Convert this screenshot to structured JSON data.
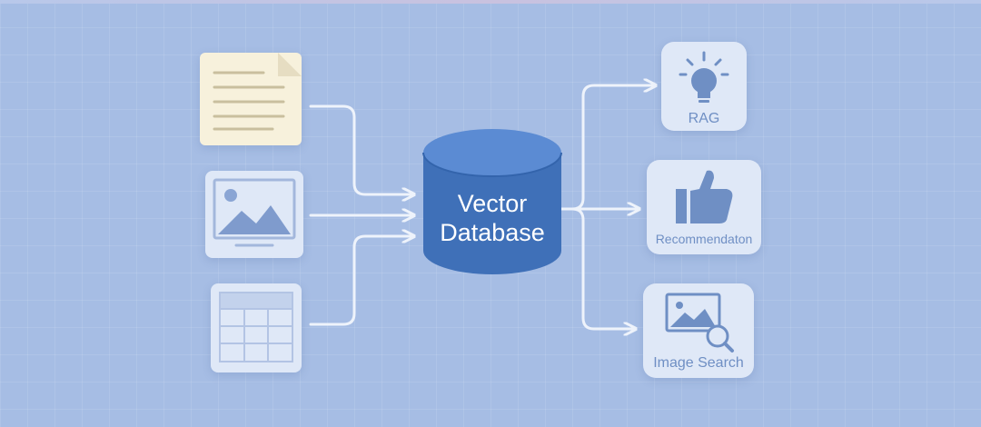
{
  "center": {
    "line1": "Vector",
    "line2": "Database",
    "icon": "database-cylinder-icon"
  },
  "inputs": [
    {
      "type": "document",
      "icon": "document-icon"
    },
    {
      "type": "image",
      "icon": "image-icon"
    },
    {
      "type": "table",
      "icon": "table-icon"
    }
  ],
  "outputs": [
    {
      "label": "RAG",
      "icon": "lightbulb-icon"
    },
    {
      "label": "Recommendaton",
      "icon": "thumbs-up-icon"
    },
    {
      "label": "Image Search",
      "icon": "image-search-icon"
    }
  ],
  "colors": {
    "background": "#a6bde4",
    "card": "#dfe8f7",
    "document_card": "#f7f1dc",
    "icon_blue": "#6f8fc4",
    "database": "#3f70b8",
    "connector": "#eef3fb"
  }
}
